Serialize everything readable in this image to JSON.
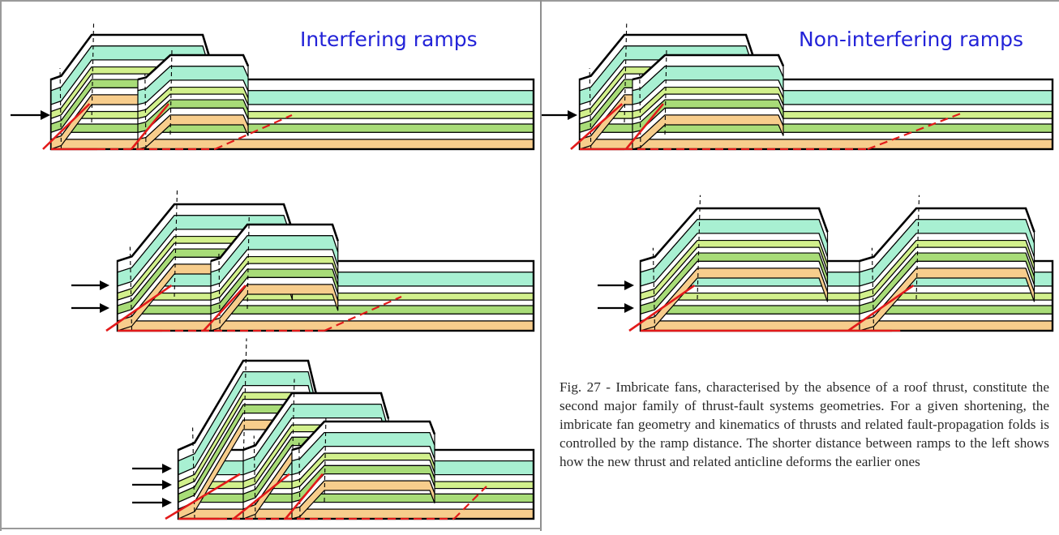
{
  "titles": {
    "left": "Interfering ramps",
    "right": "Non-interfering ramps"
  },
  "caption": "Fig. 27 - Imbricate fans, characterised by the absence of a roof thrust, constitute the second major family of thrust-fault systems geometries. For a given shortening, the imbricate fan geometry and kinematics of thrusts and related fault-propagation folds is controlled by the ramp distance. The shorter distance between ramps to the left shows how the new thrust and related anticline deforms the earlier ones",
  "colors": {
    "teal": "#a8f0d2",
    "light_green": "#d2f08c",
    "green": "#a8dc78",
    "orange": "#f7cd8c",
    "white": "#ffffff",
    "fault": "#e21a1a",
    "title": "#2323d8",
    "divider": "#8f8f8f"
  }
}
